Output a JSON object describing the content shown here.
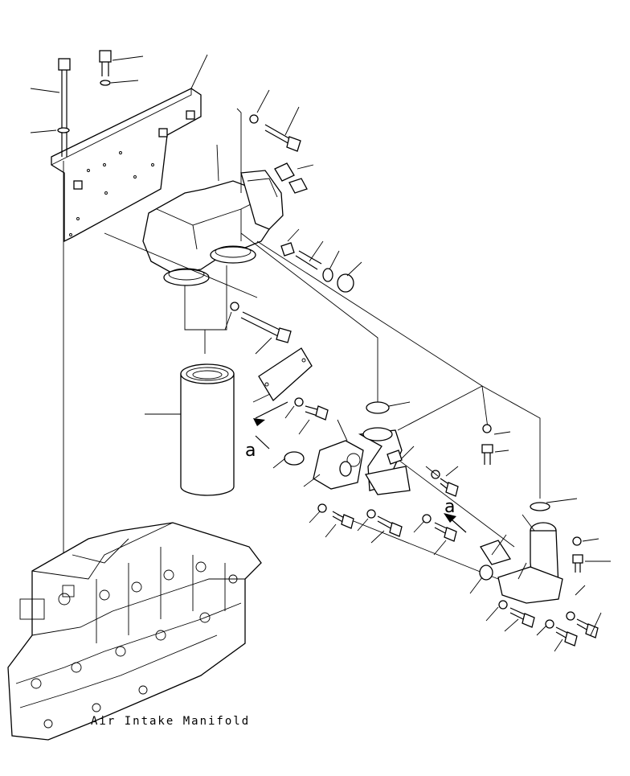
{
  "caption": "Air Intake Manifold",
  "view_marks": [
    "a",
    "a"
  ],
  "line_color": "#000000",
  "background": "#ffffff"
}
